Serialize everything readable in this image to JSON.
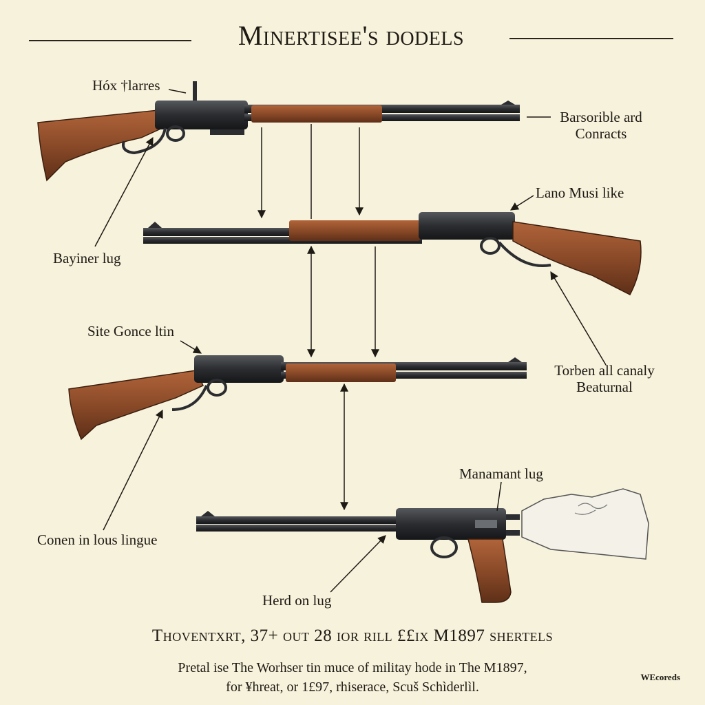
{
  "title": "Minertisee's dodels",
  "labels": {
    "hox_flarres": "Hóx †larres",
    "barsorible_line1": "Barsorible ard",
    "barsorible_line2": "Conracts",
    "lano_musi": "Lano Musi like",
    "bayiner_lug": "Bayiner lug",
    "site_gonce": "Site Gonce ltin",
    "torben_line1": "Torben all canaly",
    "torben_line2": "Beaturnal",
    "manamant_lug": "Manamant lug",
    "conen_lous": "Conen in lous lingue",
    "herd_on_lug": "Herd on lug"
  },
  "caption": {
    "main": "Thoventxrt, 37+ out 28 ior rill ££ix M1897 shertels",
    "sub_line1": "Pretal ise The Worhser tin muce of militay hode in The M1897,",
    "sub_line2": "for ¥hreat, or 1£97, rhiserace, Scuš Schìderlìl."
  },
  "watermark": "WEcoreds",
  "colors": {
    "background": "#f7f2dc",
    "wood": "#8a4a28",
    "metal": "#2b2d30",
    "ink": "#1e1a14"
  }
}
